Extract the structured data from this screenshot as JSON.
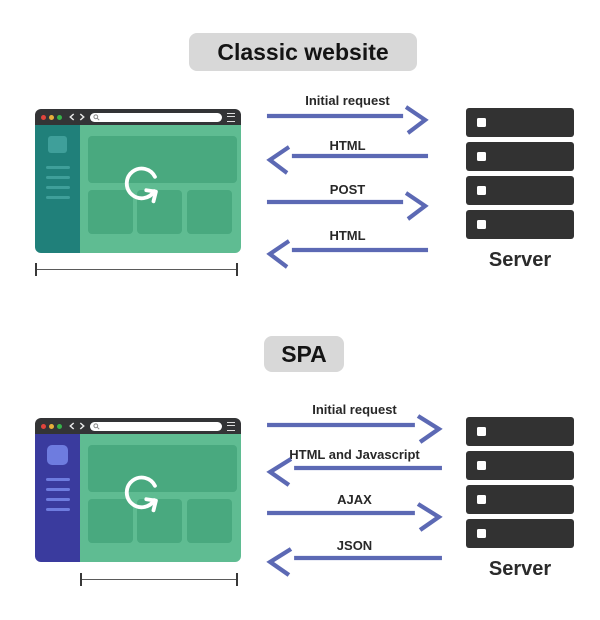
{
  "diagram": {
    "sections": [
      {
        "id": "classic-website",
        "title": "Classic website",
        "arrows": [
          {
            "label": "Initial request",
            "direction": "right"
          },
          {
            "label": "HTML",
            "direction": "left"
          },
          {
            "label": "POST",
            "direction": "right"
          },
          {
            "label": "HTML",
            "direction": "left"
          }
        ],
        "server": {
          "label": "Server",
          "units": 4
        },
        "reload_line": "full-browser-width"
      },
      {
        "id": "spa",
        "title": "SPA",
        "arrows": [
          {
            "label": "Initial request",
            "direction": "right"
          },
          {
            "label": "HTML and Javascript",
            "direction": "left"
          },
          {
            "label": "AJAX",
            "direction": "right"
          },
          {
            "label": "JSON",
            "direction": "left"
          }
        ],
        "server": {
          "label": "Server",
          "units": 4
        },
        "reload_line": "content-area-width"
      }
    ],
    "colors": {
      "arrow": "#5c69b4",
      "badge_bg": "#d8d8d8",
      "dark": "#323232",
      "classic_sidebar": "#20807a",
      "classic_accent": "#3f9f9a",
      "spa_sidebar": "#3a3b9e",
      "spa_accent": "#6e7cdf",
      "content_bg": "#5fbc92",
      "content_panel": "#49a97f",
      "traffic_red": "#e0443c",
      "traffic_yellow": "#e8ae3a",
      "traffic_green": "#36b44a"
    }
  }
}
